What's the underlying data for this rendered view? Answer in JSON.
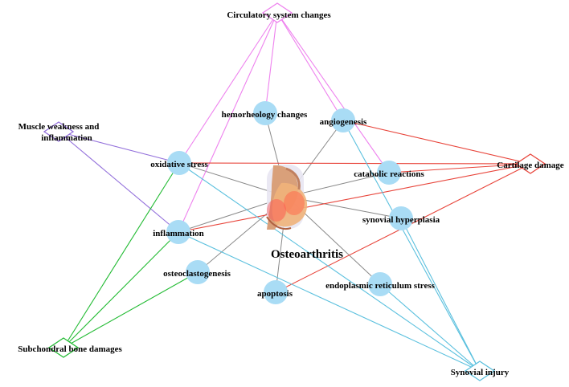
{
  "center": {
    "label": "Osteoarthritis"
  },
  "mechanisms": [
    {
      "id": "hemorheology",
      "label": "hemorheology changes"
    },
    {
      "id": "angiogenesis",
      "label": "angiogenesis"
    },
    {
      "id": "oxidative",
      "label": "oxidative stress"
    },
    {
      "id": "catabolic",
      "label": "catabolic reactions"
    },
    {
      "id": "synovial_hyp",
      "label": "synovial hyperplasia"
    },
    {
      "id": "inflammation",
      "label": "inflammation"
    },
    {
      "id": "osteoclasto",
      "label": "osteoclastogenesis"
    },
    {
      "id": "apoptosis",
      "label": "apoptosis"
    },
    {
      "id": "er_stress",
      "label": "endoplasmic reticulum stress"
    }
  ],
  "outcomes": [
    {
      "id": "circulatory",
      "label": "Circulatory system changes",
      "color": "#ee82ee"
    },
    {
      "id": "muscle",
      "label": "Muscle weakness and inflammation",
      "color": "#9370db"
    },
    {
      "id": "cartilage",
      "label": "Cartilage damage",
      "color": "#e8443a"
    },
    {
      "id": "subchondral",
      "label": "Subchondral bone damages",
      "color": "#22bb33"
    },
    {
      "id": "synovial_inj",
      "label": "Synovial injury",
      "color": "#5bc0de"
    }
  ],
  "colors": {
    "node_fill": "#a9dcf5",
    "hub_link": "#888888"
  }
}
